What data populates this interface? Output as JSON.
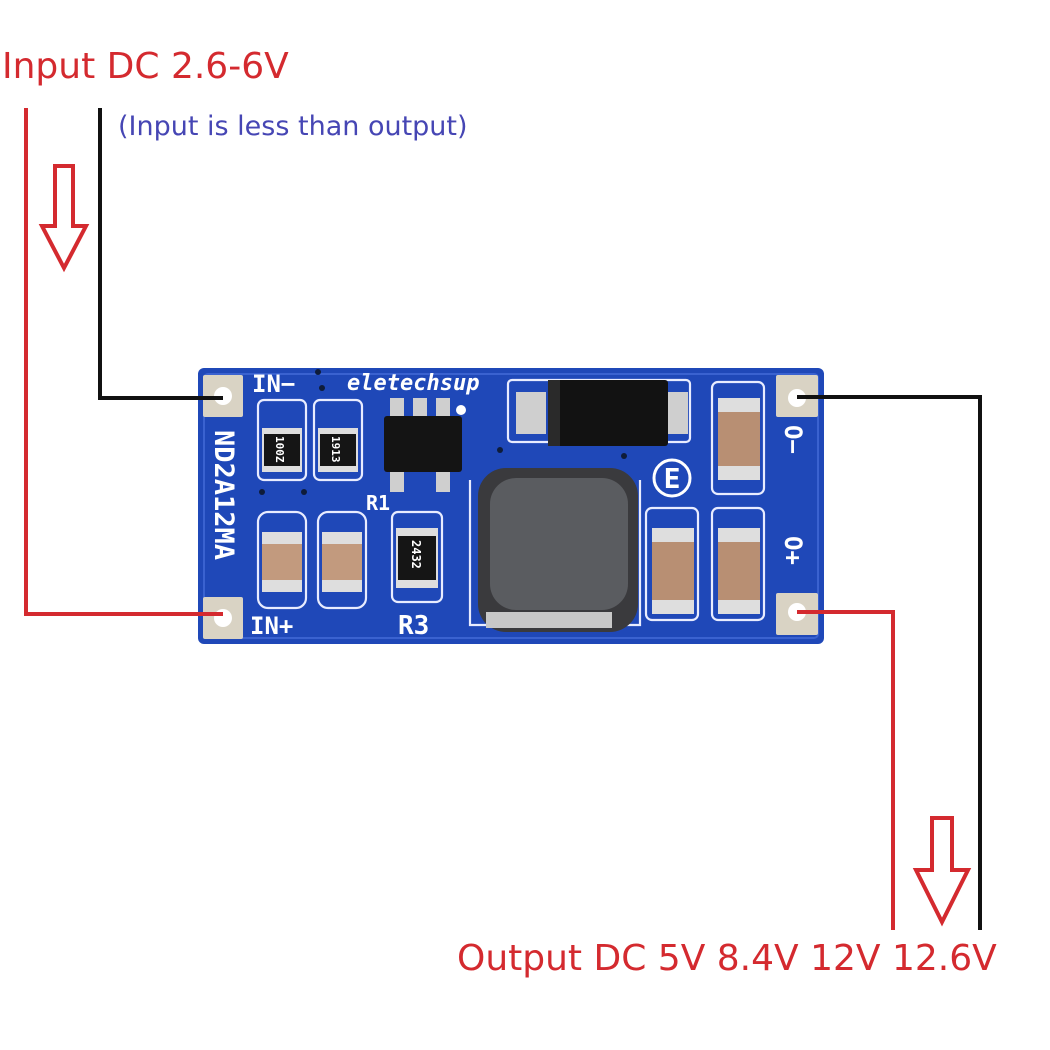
{
  "labels": {
    "input_title": "Input DC 2.6-6V",
    "input_note": "(Input is less than output)",
    "output_title": "Output DC 5V 8.4V 12V 12.6V"
  },
  "board": {
    "brand": "eletechsup",
    "model": "ND2A12MA",
    "in_minus": "IN−",
    "in_plus": "IN+",
    "out_minus": "O−",
    "out_plus": "O+",
    "resistor_r1": "R1",
    "resistor_r3": "R3",
    "resistor_codes": [
      "100Z",
      "1913",
      "2432"
    ],
    "ce_mark": "E"
  },
  "colors": {
    "positive_wire": "#d42a2f",
    "negative_wire": "#111111",
    "pcb": "#1f48b8",
    "input_note": "#4646b4"
  },
  "icons": {
    "input_arrow": "down-arrow-icon",
    "output_arrow": "down-arrow-icon"
  }
}
